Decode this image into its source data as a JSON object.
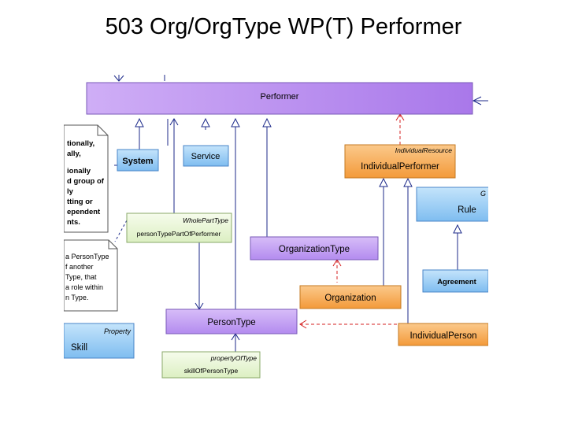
{
  "slide": {
    "title": "503  Org/OrgType WP(T) Performer"
  },
  "diagram": {
    "boxes": {
      "performer": {
        "name": "Performer"
      },
      "system": {
        "name": "System"
      },
      "service": {
        "name": "Service"
      },
      "individual_performer": {
        "stereotype": "IndividualResource",
        "name": "IndividualPerformer"
      },
      "rule": {
        "stereotype": "G",
        "name": "Rule"
      },
      "whole_part_type": {
        "stereotype": "WholePartType",
        "name": "personTypePartOfPerformer"
      },
      "organization_type": {
        "name": "OrganizationType"
      },
      "agreement": {
        "name": "Agreement"
      },
      "organization": {
        "name": "Organization"
      },
      "person_type": {
        "name": "PersonType"
      },
      "individual_person": {
        "name": "IndividualPerson"
      },
      "skill": {
        "stereotype": "Property",
        "name": "Skill"
      },
      "property_of_type": {
        "stereotype": "propertyOfType",
        "name": "skillOfPersonType"
      }
    },
    "notes": {
      "note1": [
        "tionally,",
        "ally,",
        "",
        "ionally",
        "d group of",
        "ly",
        "tting or",
        "ependent",
        "nts."
      ],
      "note2": [
        "a PersonType",
        "f another",
        "Type, that",
        "a role within",
        "n Type."
      ]
    }
  },
  "colors": {
    "purple_fill": "#c39bf0",
    "blue_fill": "#9fd0f6",
    "orange_fill": "#f7b063",
    "green_fill": "#eef8dc",
    "connector_blue": "#1c2a8a",
    "dependency_red": "#d42020"
  }
}
